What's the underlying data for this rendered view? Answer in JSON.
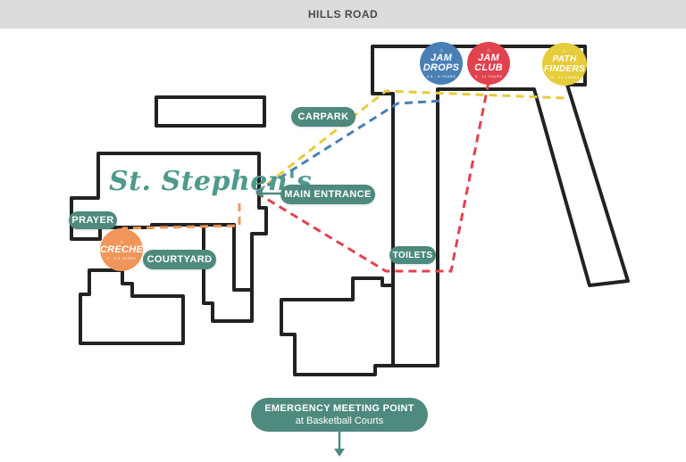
{
  "road": {
    "label": "HILLS ROAD"
  },
  "church": {
    "name": "St. Stephen's"
  },
  "labels": {
    "carpark": "CARPARK",
    "main_entrance": "MAIN ENTRANCE",
    "prayer": "PRAYER",
    "courtyard": "COURTYARD",
    "toilets": "TOILETS"
  },
  "groups": {
    "jam_drops": {
      "name_line1": "JAM",
      "name_line2": "DROPS",
      "ages": "3.5 - 6 YEARS",
      "color": "#4a7fb5"
    },
    "jam_club": {
      "name_line1": "JAM",
      "name_line2": "CLUB",
      "ages": "5 - 11 YEARS",
      "color": "#e0424e"
    },
    "path_finders": {
      "name_line1": "PATH",
      "name_line2": "FINDERS",
      "ages": "11 - 14 YEARS",
      "color": "#e6cc3a"
    },
    "creche": {
      "name_line1": "CRECHE",
      "ages": "0 - 3.5 YEARS",
      "color": "#f0965a"
    }
  },
  "emergency": {
    "title": "EMERGENCY MEETING POINT",
    "subtitle": "at Basketball Courts"
  },
  "colors": {
    "label_green": "#4e8a7e",
    "route_blue": "#4a7fb5",
    "route_red": "#e0424e",
    "route_yellow": "#e6cc3a",
    "route_orange": "#f0965a"
  },
  "icons": {
    "group_badge": "house-icon",
    "entrance_arrow": "arrow-left-icon",
    "meeting_arrow": "arrow-down-icon"
  }
}
